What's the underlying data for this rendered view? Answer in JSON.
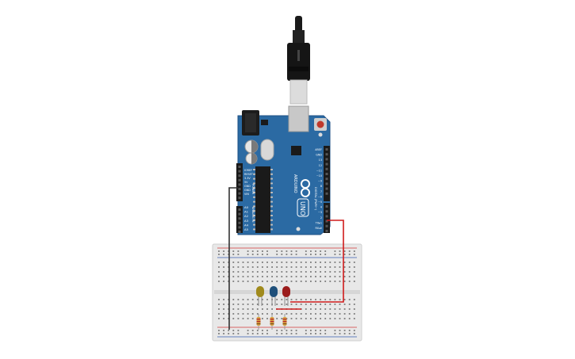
{
  "canvas": {
    "background": "#ffffff"
  },
  "arduino": {
    "brand": "ARDUINO",
    "model": "UNO",
    "board_color": "#2b6aa3",
    "header_left": [
      "IOREF",
      "RESET",
      "3.3V",
      "5V",
      "GND",
      "GND",
      "VIN"
    ],
    "analog_labels": [
      "A0",
      "A1",
      "A2",
      "A3",
      "A4",
      "A5"
    ],
    "header_right": [
      "AREF",
      "GND",
      "13",
      "12",
      "~11",
      "~10",
      "~9",
      "8",
      "7",
      "~6",
      "~5",
      "4",
      "~3",
      "2",
      "TX▸1",
      "RX◂0"
    ],
    "digital_caption": "DIGITAL (PWM~)",
    "power_caption": "POWER",
    "analog_caption": "ANALOG IN"
  },
  "usb": {
    "cable_color": "#222222"
  },
  "breadboard": {
    "color": "#e8e8e8",
    "rail_red": "#d33a3a",
    "rail_blue": "#3a5fb0"
  },
  "leds": [
    {
      "name": "led-yellow",
      "color": "#a08a1c"
    },
    {
      "name": "led-blue",
      "color": "#1e4f7a"
    },
    {
      "name": "led-red",
      "color": "#9b1c1c"
    }
  ],
  "wires": {
    "ground": "#333333",
    "signal": "#d01c1c"
  }
}
